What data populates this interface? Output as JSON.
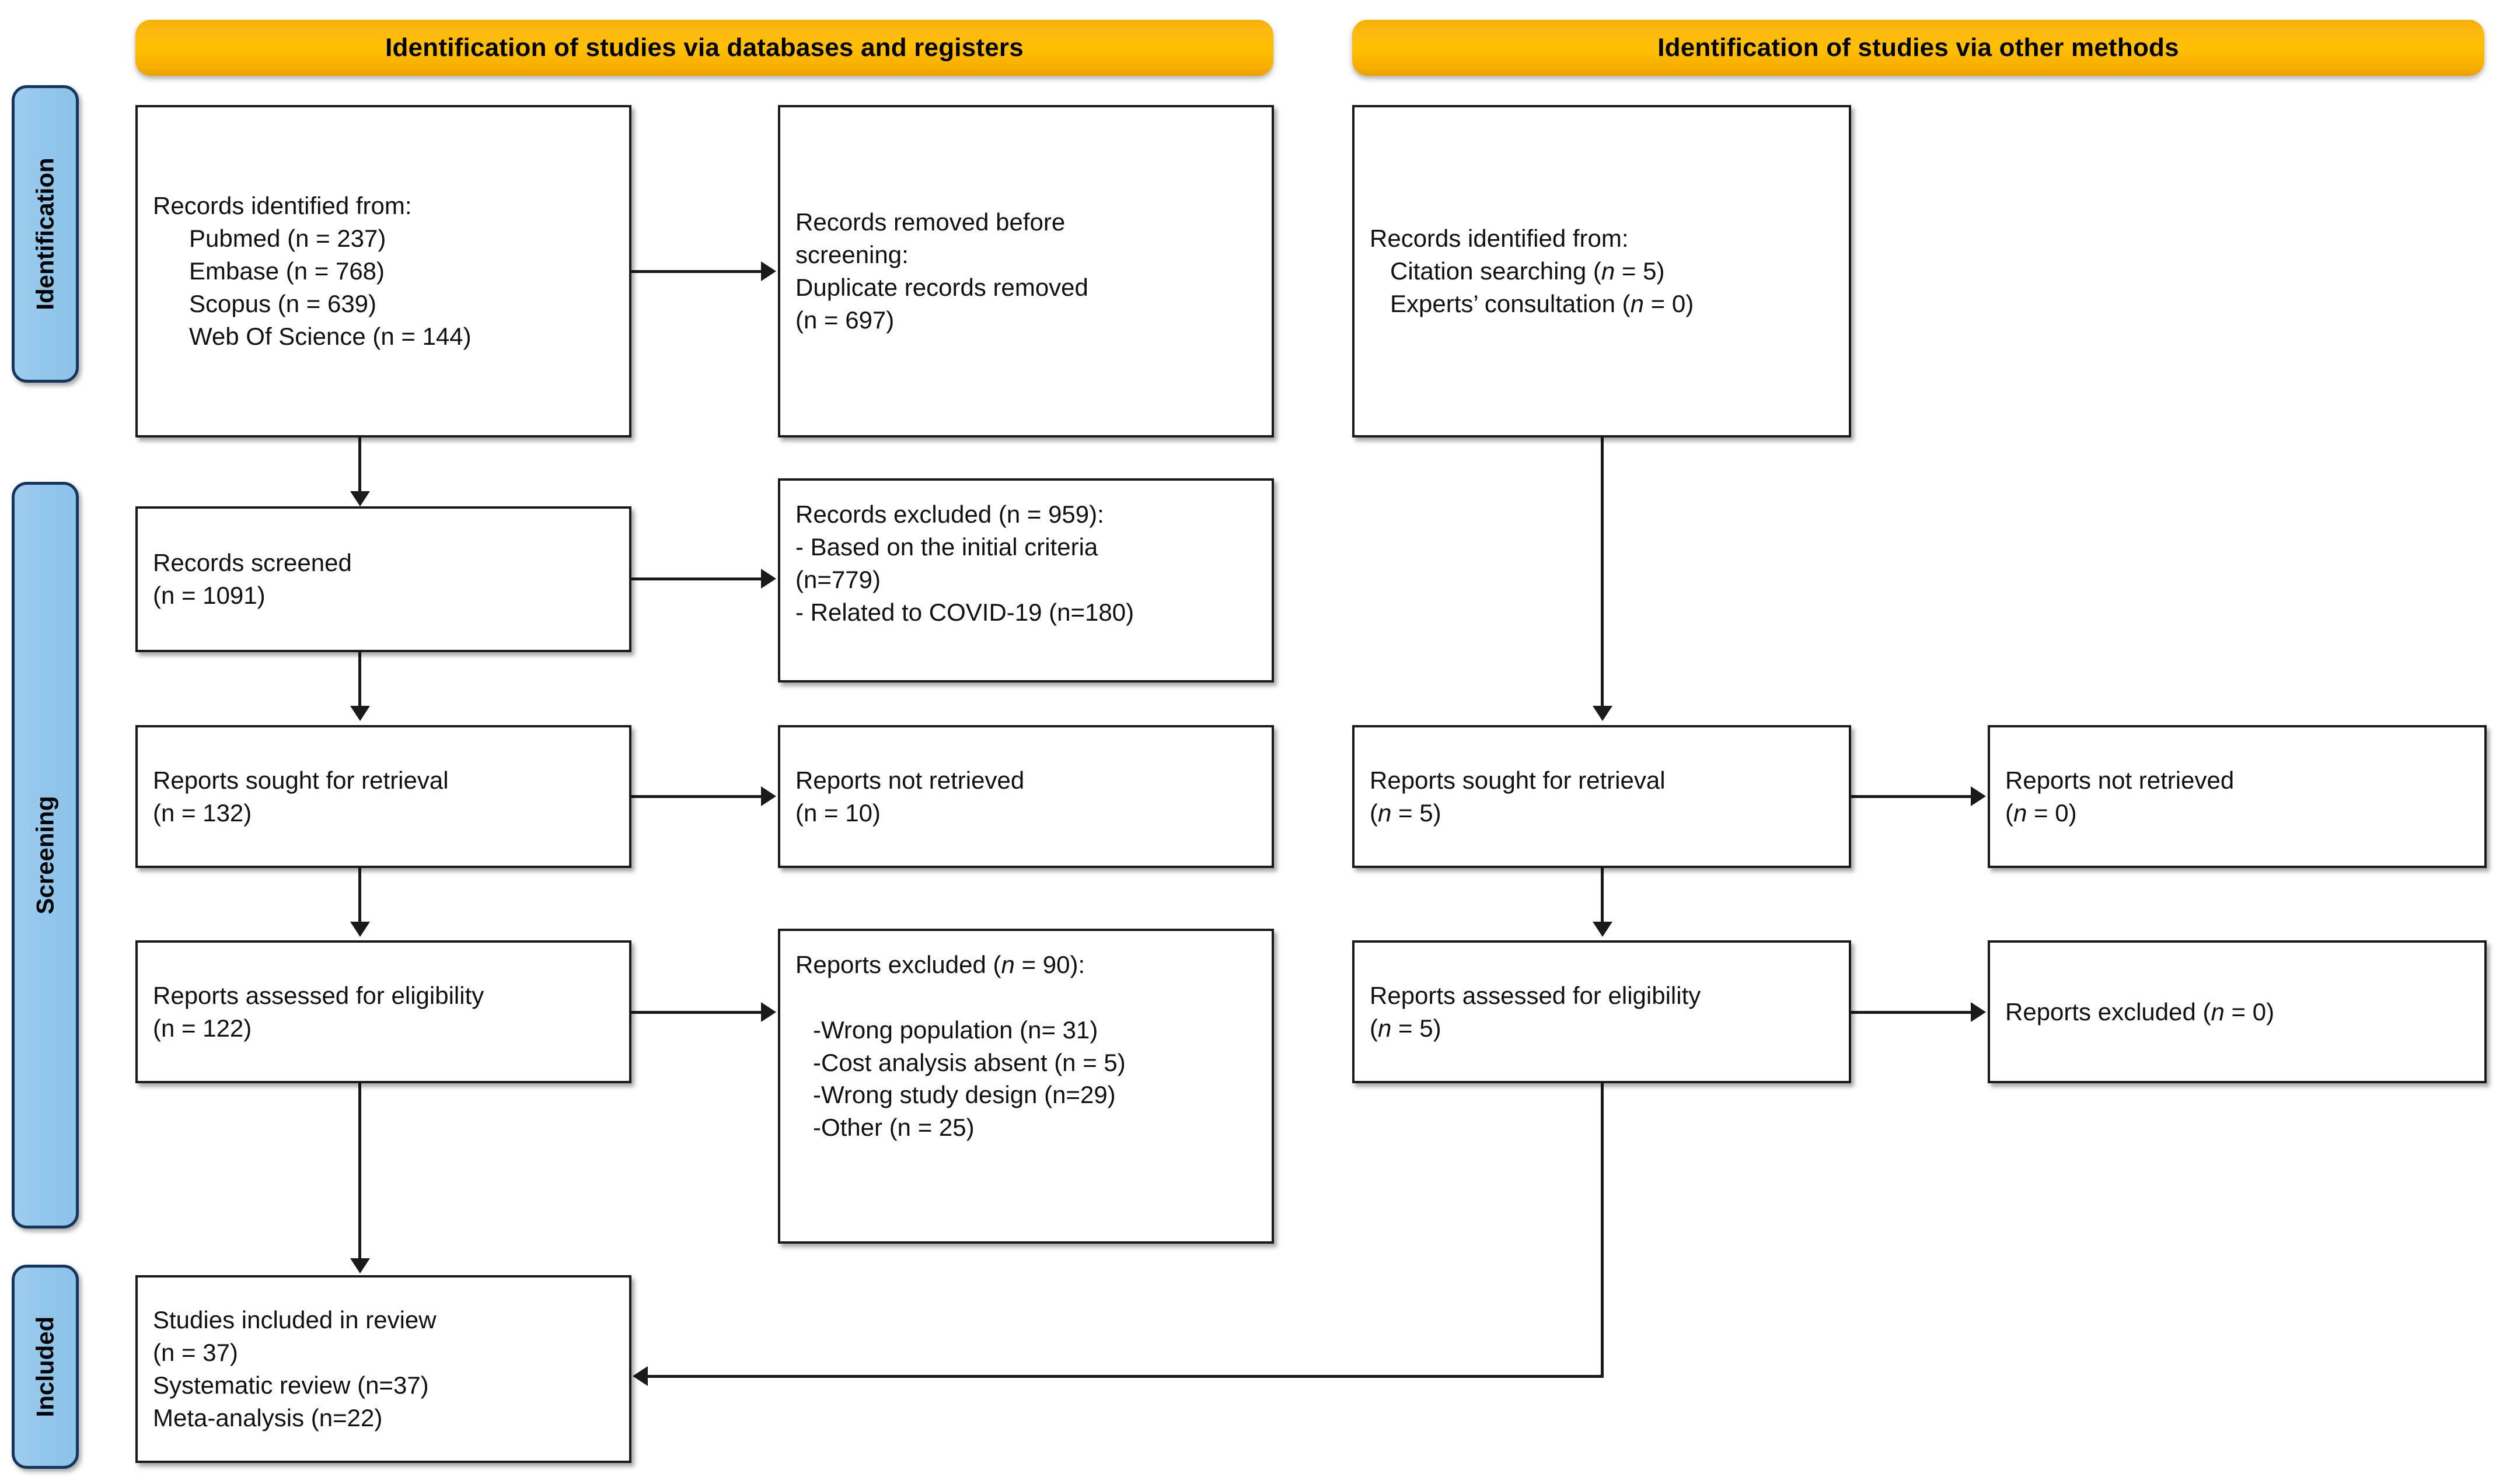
{
  "diagram": {
    "title": "PRISMA 2020 flow diagram",
    "accent_orange": "#ffc000",
    "accent_blue": "#92c7eb",
    "border_blue": "#17365d",
    "line_color": "#1a1a1a"
  },
  "headers": {
    "databases": "Identification of studies via databases and registers",
    "other": "Identification of studies via other methods"
  },
  "stages": {
    "identification": "Identification",
    "screening": "Screening",
    "included": "Included"
  },
  "left_column": {
    "records_identified": {
      "line1": "Records identified from:",
      "line2": "Pubmed (n = 237)",
      "line3": "Embase (n = 768)",
      "line4": "Scopus (n = 639)",
      "line5": "Web Of Science (n = 144)"
    },
    "records_removed": {
      "line1": "Records removed before",
      "line2": "screening:",
      "line3": "Duplicate records removed",
      "line4": "(n = 697)"
    },
    "records_screened": {
      "line1": "Records screened",
      "line2": "(n = 1091)"
    },
    "records_excluded": {
      "line1": "Records excluded (n = 959):",
      "line2": "- Based on the initial criteria",
      "line3": "(n=779)",
      "line4": "- Related to COVID-19 (n=180)"
    },
    "reports_sought": {
      "line1": "Reports sought for retrieval",
      "line2": "(n = 132)"
    },
    "reports_not_retrieved": {
      "line1": "Reports not retrieved",
      "line2": "(n = 10)"
    },
    "reports_assessed": {
      "line1": "Reports assessed for eligibility",
      "line2": "(n = 122)"
    },
    "reports_excluded": {
      "line1": "Reports excluded (",
      "line1_italic": "n",
      "line1_end": " = 90):",
      "line2": "",
      "line3": "-Wrong population (n= 31)",
      "line4": "-Cost analysis absent (n = 5)",
      "line5": "-Wrong study design (n=29)",
      "line6": "-Other (n = 25)"
    },
    "studies_included": {
      "line1": "Studies included in review",
      "line2": "(n = 37)",
      "line3": "Systematic review (n=37)",
      "line4": "Meta-analysis (n=22)"
    }
  },
  "right_column": {
    "records_identified": {
      "line1": "Records identified from:",
      "line2_pre": "   Citation searching (",
      "line2_italic": "n",
      "line2_post": " = 5)",
      "line3_pre": "   Experts’ consultation (",
      "line3_italic": "n",
      "line3_post": " = 0)"
    },
    "reports_sought": {
      "line1": "Reports sought for retrieval",
      "line2_pre": "(",
      "line2_italic": "n",
      "line2_post": " = 5)"
    },
    "reports_not_retrieved": {
      "line1": "Reports not retrieved",
      "line2_pre": "(",
      "line2_italic": "n",
      "line2_post": " = 0)"
    },
    "reports_assessed": {
      "line1": "Reports assessed for eligibility",
      "line2_pre": "(",
      "line2_italic": "n",
      "line2_post": " = 5)"
    },
    "reports_excluded": {
      "line1_pre": "Reports excluded (",
      "line1_italic": "n",
      "line1_post": " = 0)"
    }
  }
}
